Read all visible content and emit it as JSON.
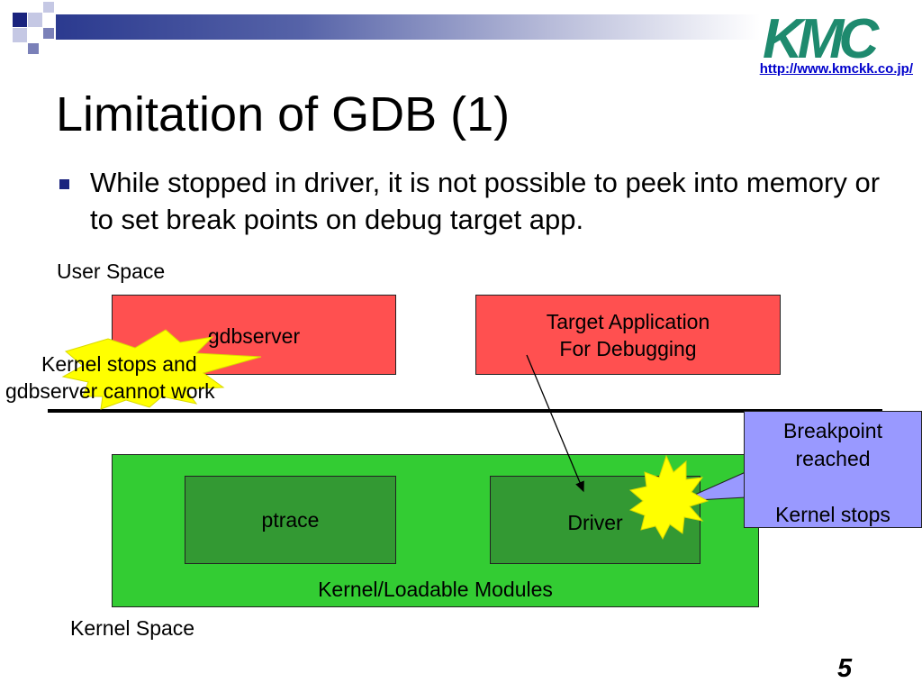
{
  "header": {
    "logo_text": "KMC",
    "url": "http://www.kmckk.co.jp/"
  },
  "slide": {
    "title": "Limitation of GDB (1)",
    "bullet": "While stopped in driver, it is not possible to peek into memory or to set break points on debug target app.",
    "page_number": "5"
  },
  "diagram": {
    "user_space_label": "User Space",
    "kernel_space_label": "Kernel Space",
    "gdbserver_label": "gdbserver",
    "target_app_line1": "Target Application",
    "target_app_line2": "For Debugging",
    "kernel_stops_line1": "Kernel stops and",
    "kernel_stops_line2": "gdbserver cannot work",
    "ptrace_label": "ptrace",
    "driver_label": "Driver",
    "kernel_modules_label": "Kernel/Loadable Modules",
    "callout_line1": "Breakpoint",
    "callout_line2": "reached",
    "callout_line3": "Kernel stops"
  },
  "colors": {
    "header_navy": "#2b3a8f",
    "user_box_red": "#ff5050",
    "kernel_green": "#33cc33",
    "inner_green": "#339933",
    "callout_blue": "#9999ff",
    "burst_yellow": "#ffff00",
    "logo_green": "#1e8a6e"
  }
}
